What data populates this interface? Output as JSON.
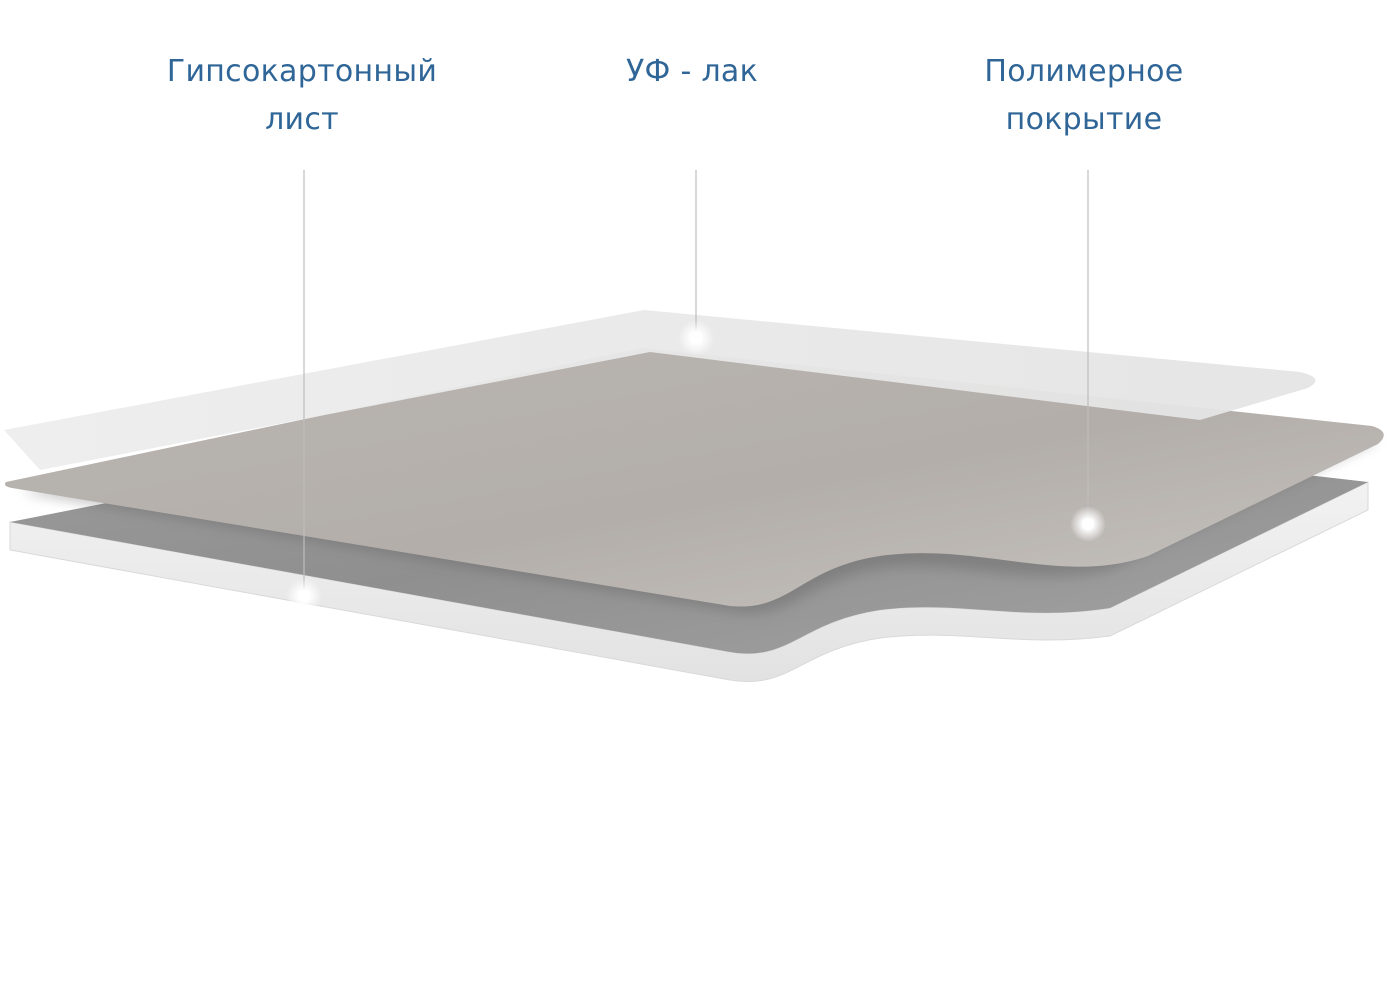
{
  "labels": {
    "gypsum": {
      "line1": "Гипсокартонный",
      "line2": "лист"
    },
    "uv": {
      "line1": "УФ - лак"
    },
    "polymer": {
      "line1": "Полимерное",
      "line2": "покрытие"
    }
  },
  "colors": {
    "label_text": "#2f6697",
    "leader_line": "#bdbdbd",
    "uv_layer": "#ececec",
    "polymer_layer": "#b7b2ad",
    "gypsum_top": "#a8a8a8",
    "gypsum_edge": "#ededed",
    "marker_dot": "#ffffff"
  }
}
